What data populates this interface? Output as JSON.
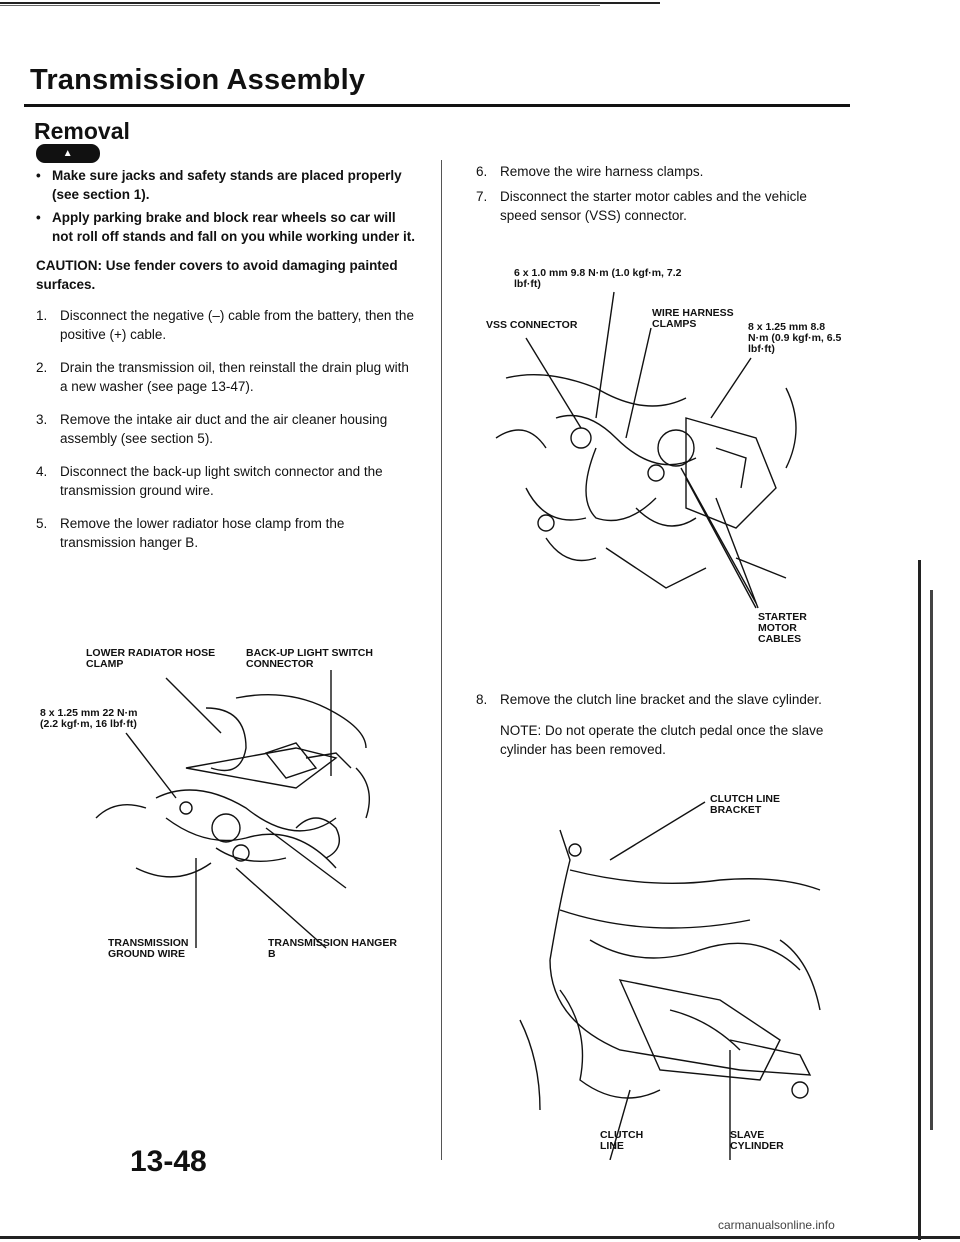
{
  "header": {
    "title": "Transmission Assembly",
    "section": "Removal",
    "warning_badge": "WARNING"
  },
  "left": {
    "bullets": [
      "Make sure jacks and safety stands are placed properly (see section 1).",
      "Apply parking brake and block rear wheels so car will not roll off stands and fall on you while working under it."
    ],
    "caution": "CAUTION: Use fender covers to avoid damaging painted surfaces.",
    "steps": [
      {
        "num": "1.",
        "text": "Disconnect the negative (–) cable from the battery, then the positive (+) cable."
      },
      {
        "num": "2.",
        "text": "Drain the transmission oil, then reinstall the drain plug with a new washer (see page 13-47)."
      },
      {
        "num": "3.",
        "text": "Remove the intake air duct and the air cleaner housing assembly (see section 5)."
      },
      {
        "num": "4.",
        "text": "Disconnect the back-up light switch connector and the transmission ground wire."
      },
      {
        "num": "5.",
        "text": "Remove the lower radiator hose clamp from the transmission hanger B."
      }
    ],
    "figure_labels": {
      "lower_radiator": "LOWER RADIATOR HOSE CLAMP",
      "backup_switch": "BACK-UP LIGHT SWITCH CONNECTOR",
      "bolt_spec": "8 x 1.25 mm 22 N·m (2.2 kgf·m, 16 lbf·ft)",
      "ground_wire": "TRANSMISSION GROUND WIRE",
      "hanger_b": "TRANSMISSION HANGER B"
    }
  },
  "right": {
    "steps": [
      {
        "num": "6.",
        "text": "Remove the wire harness clamps."
      },
      {
        "num": "7.",
        "text": "Disconnect the starter motor cables and the vehicle speed sensor (VSS) connector."
      }
    ],
    "figure1_labels": {
      "bolt_spec_top": "6 x 1.0 mm 9.8 N·m (1.0 kgf·m, 7.2 lbf·ft)",
      "vss": "VSS CONNECTOR",
      "harness": "WIRE HARNESS CLAMPS",
      "bolt_spec_right": "8 x 1.25 mm 8.8 N·m (0.9 kgf·m, 6.5 lbf·ft)",
      "starter": "STARTER MOTOR CABLES"
    },
    "step8": {
      "num": "8.",
      "text": "Remove the clutch line bracket and the slave cylinder."
    },
    "note": "NOTE: Do not operate the clutch pedal once the slave cylinder has been removed.",
    "figure2_labels": {
      "bracket": "CLUTCH LINE BRACKET",
      "clutch_line": "CLUTCH LINE",
      "slave": "SLAVE CYLINDER"
    }
  },
  "footer": {
    "page_number": "13-48",
    "watermark": "carmanualsonline.info"
  }
}
